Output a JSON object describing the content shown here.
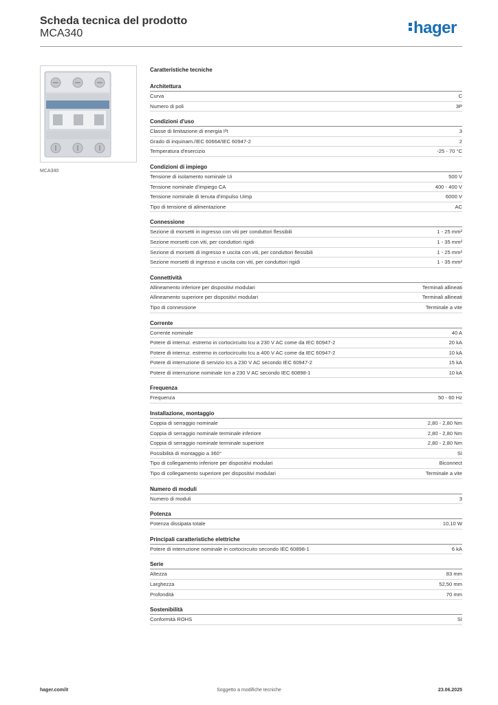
{
  "header": {
    "title": "Scheda tecnica del prodotto",
    "subtitle": "MCA340",
    "logo_text": "hager",
    "brand_color": "#1a6fb5"
  },
  "product": {
    "image_icon": "circuit-breaker-3-pole-image",
    "caption": "MCA340"
  },
  "main_heading": "Caratteristiche tecniche",
  "sections": [
    {
      "title": "Architettura",
      "rows": [
        {
          "label": "Curva",
          "value": "C"
        },
        {
          "label": "Numero di poli",
          "value": "3P"
        }
      ]
    },
    {
      "title": "Condizioni d'uso",
      "rows": [
        {
          "label": "Classe di limitazione di energia I²t",
          "value": "3"
        },
        {
          "label": "Grado di inquinam./IEC 60664/IEC 60947-2",
          "value": "2"
        },
        {
          "label": "Temperatura d'esercizio",
          "value": "-25 - 70 °C"
        }
      ]
    },
    {
      "title": "Condizioni di impiego",
      "rows": [
        {
          "label": "Tensione di isolamento nominale Ui",
          "value": "500 V"
        },
        {
          "label": "Tensione nominale d'impiego CA",
          "value": "400 - 400 V"
        },
        {
          "label": "Tensione nominale di tenuta d'impulso Uimp",
          "value": "6000 V"
        },
        {
          "label": "Tipo di tensione di alimentazione",
          "value": "AC"
        }
      ]
    },
    {
      "title": "Connessione",
      "rows": [
        {
          "label": "Sezione di morsetti in ingresso con viti per conduttori flessibili",
          "value": "1 - 25 mm²"
        },
        {
          "label": "Sezione morsetti con viti, per conduttori rigidi",
          "value": "1 - 35 mm²"
        },
        {
          "label": "Sezione di morsetti di ingresso e uscita con viti, per conduttori flessibili",
          "value": "1 - 25 mm²"
        },
        {
          "label": "Sezione morsetti di ingresso e uscita con viti, per conduttori rigidi",
          "value": "1 - 35 mm²"
        }
      ]
    },
    {
      "title": "Connettività",
      "rows": [
        {
          "label": "Allineamento inferiore per dispositivi modulari",
          "value": "Terminali allineati"
        },
        {
          "label": "Allineamento superiore per dispositivi modulari",
          "value": "Terminali allineati"
        },
        {
          "label": "Tipo di connessione",
          "value": "Terminale a vite"
        }
      ]
    },
    {
      "title": "Corrente",
      "rows": [
        {
          "label": "Corrente nominale",
          "value": "40 A"
        },
        {
          "label": "Potere di interruz. estremo in cortocircuito Icu a 230 V AC come da IEC 60947-2",
          "value": "20 kA"
        },
        {
          "label": "Potere di interruz. estremo in cortocircuito Icu a 400 V AC come da IEC 60947-2",
          "value": "10 kA"
        },
        {
          "label": "Potere di interruzione di servizio Ics a 230 V AC secondo IEC 60947-2",
          "value": "15 kA"
        },
        {
          "label": "Potere di interruzione nominale Icn a 230 V AC secondo IEC 60898-1",
          "value": "10 kA"
        }
      ]
    },
    {
      "title": "Frequenza",
      "rows": [
        {
          "label": "Frequenza",
          "value": "50 - 60 Hz"
        }
      ]
    },
    {
      "title": "Installazione, montaggio",
      "rows": [
        {
          "label": "Coppia di serraggio nominale",
          "value": "2,80 - 2,80 Nm"
        },
        {
          "label": "Coppia di serraggio nominale terminale inferiore",
          "value": "2,80 - 2,80 Nm"
        },
        {
          "label": "Coppia di serraggio nominale terminale superiore",
          "value": "2,80 - 2,80 Nm"
        },
        {
          "label": "Possibilità di montaggio a 360°",
          "value": "Sì"
        },
        {
          "label": "Tipo di collegamento inferiore per dispositivi modulari",
          "value": "Biconnect"
        },
        {
          "label": "Tipo di collegamento superiore per dispositivi modulari",
          "value": "Terminale a vite"
        }
      ]
    },
    {
      "title": "Numero di moduli",
      "rows": [
        {
          "label": "Numero di moduli",
          "value": "3"
        }
      ]
    },
    {
      "title": "Potenza",
      "rows": [
        {
          "label": "Potenza dissipata totale",
          "value": "10,10 W"
        }
      ]
    },
    {
      "title": "Principali caratteristiche elettriche",
      "rows": [
        {
          "label": "Potere di interruzione nominale in cortocircuito secondo IEC 60898-1",
          "value": "6 kA"
        }
      ]
    },
    {
      "title": "Serie",
      "rows": [
        {
          "label": "Altezza",
          "value": "83 mm"
        },
        {
          "label": "Larghezza",
          "value": "52,50 mm"
        },
        {
          "label": "Profondità",
          "value": "70 mm"
        }
      ]
    },
    {
      "title": "Sostenibilità",
      "rows": [
        {
          "label": "Conformità ROHS",
          "value": "Sì"
        }
      ]
    }
  ],
  "footer": {
    "website": "hager.com/it",
    "notice": "Soggetto a modifiche tecniche",
    "date": "23.06.2025"
  }
}
